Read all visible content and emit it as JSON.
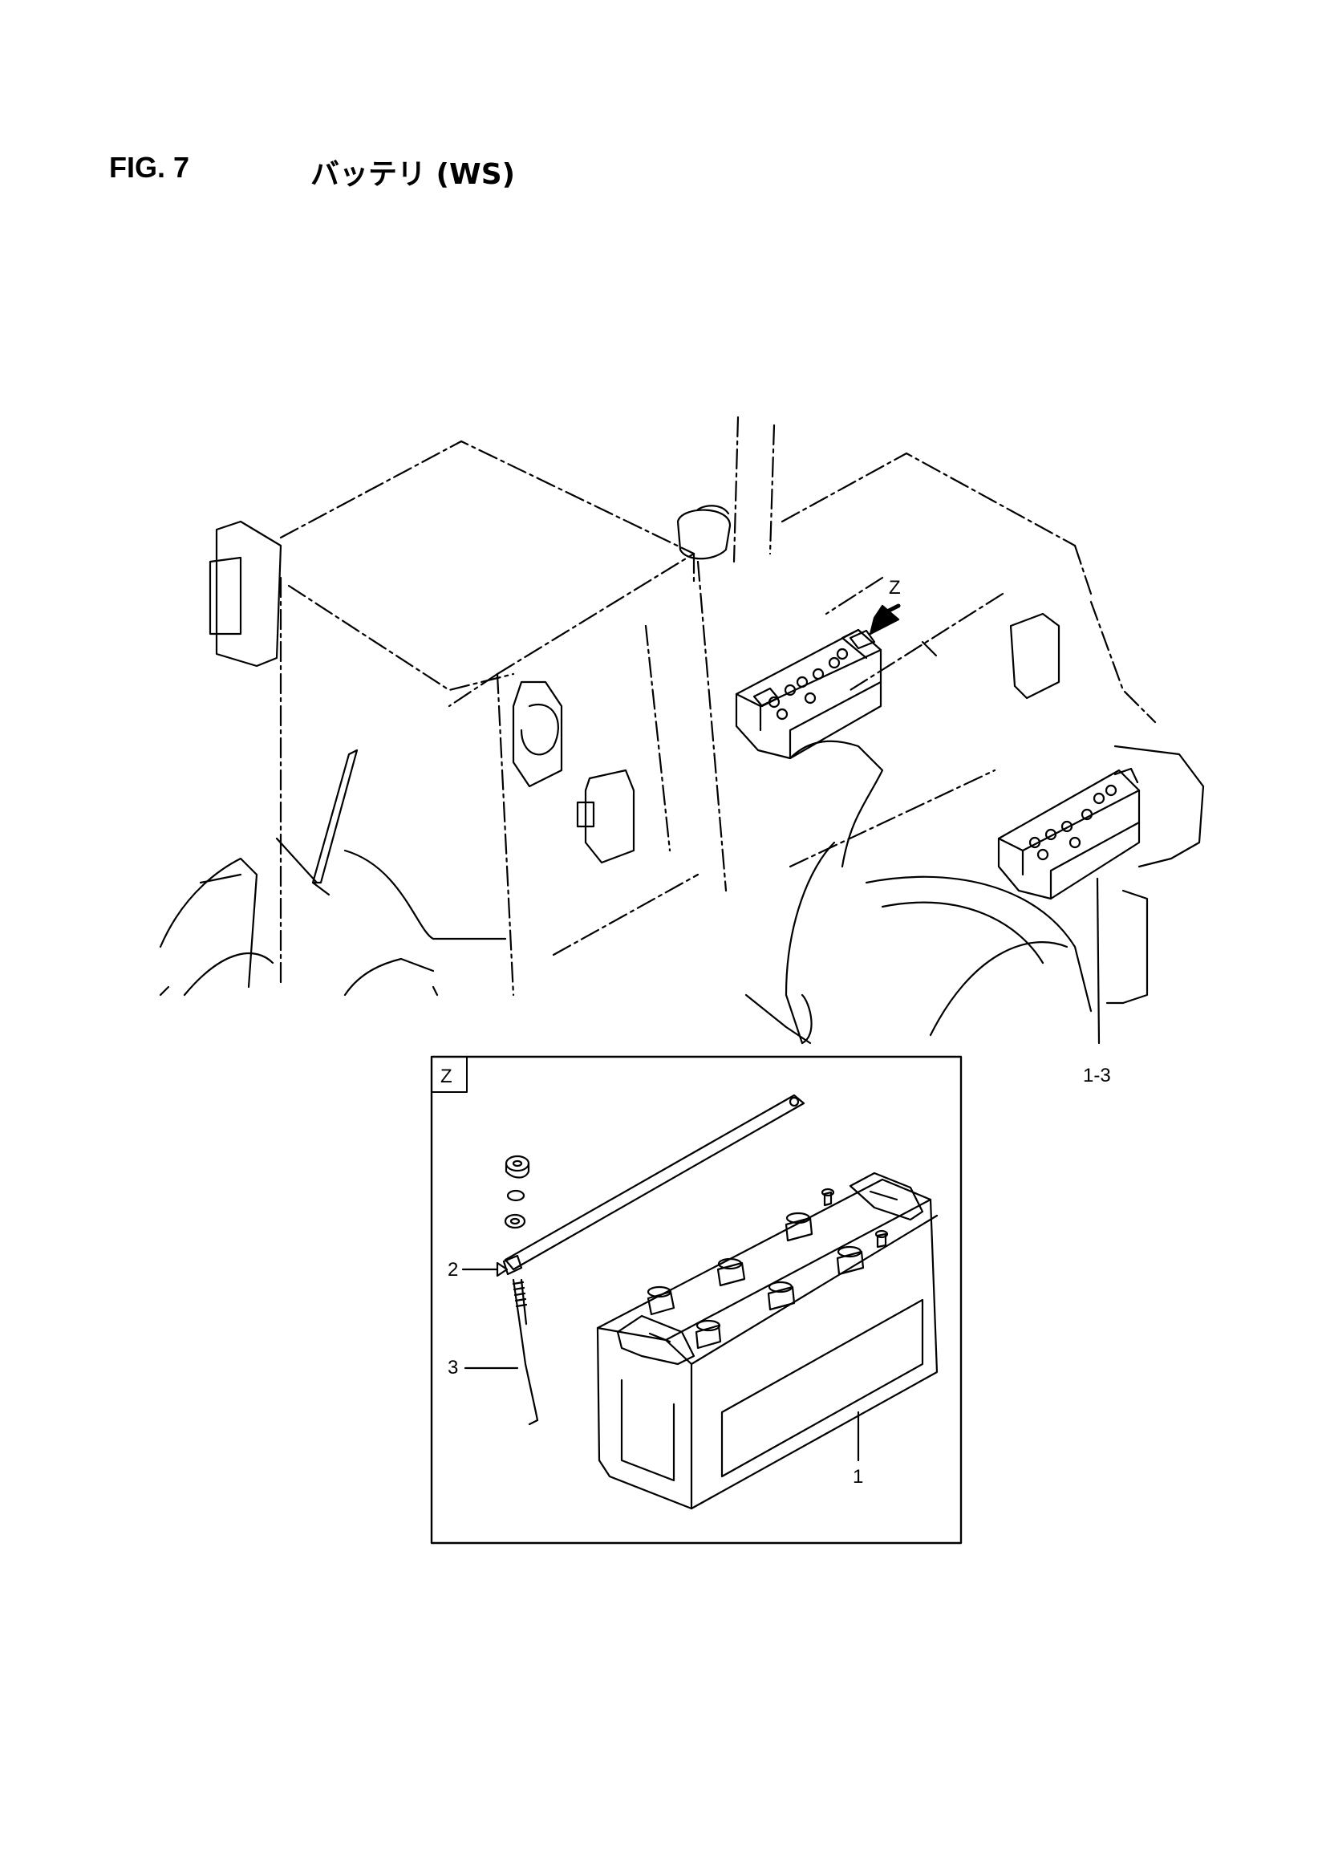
{
  "header": {
    "figure_number": "FIG. 7",
    "title": "バッテリ (WS)"
  },
  "overview": {
    "view_arrow_label": "Z",
    "callout_label": "1-3"
  },
  "detail_view": {
    "view_label": "Z",
    "callouts": {
      "battery": "1",
      "bracket": "2",
      "rod": "3"
    }
  }
}
